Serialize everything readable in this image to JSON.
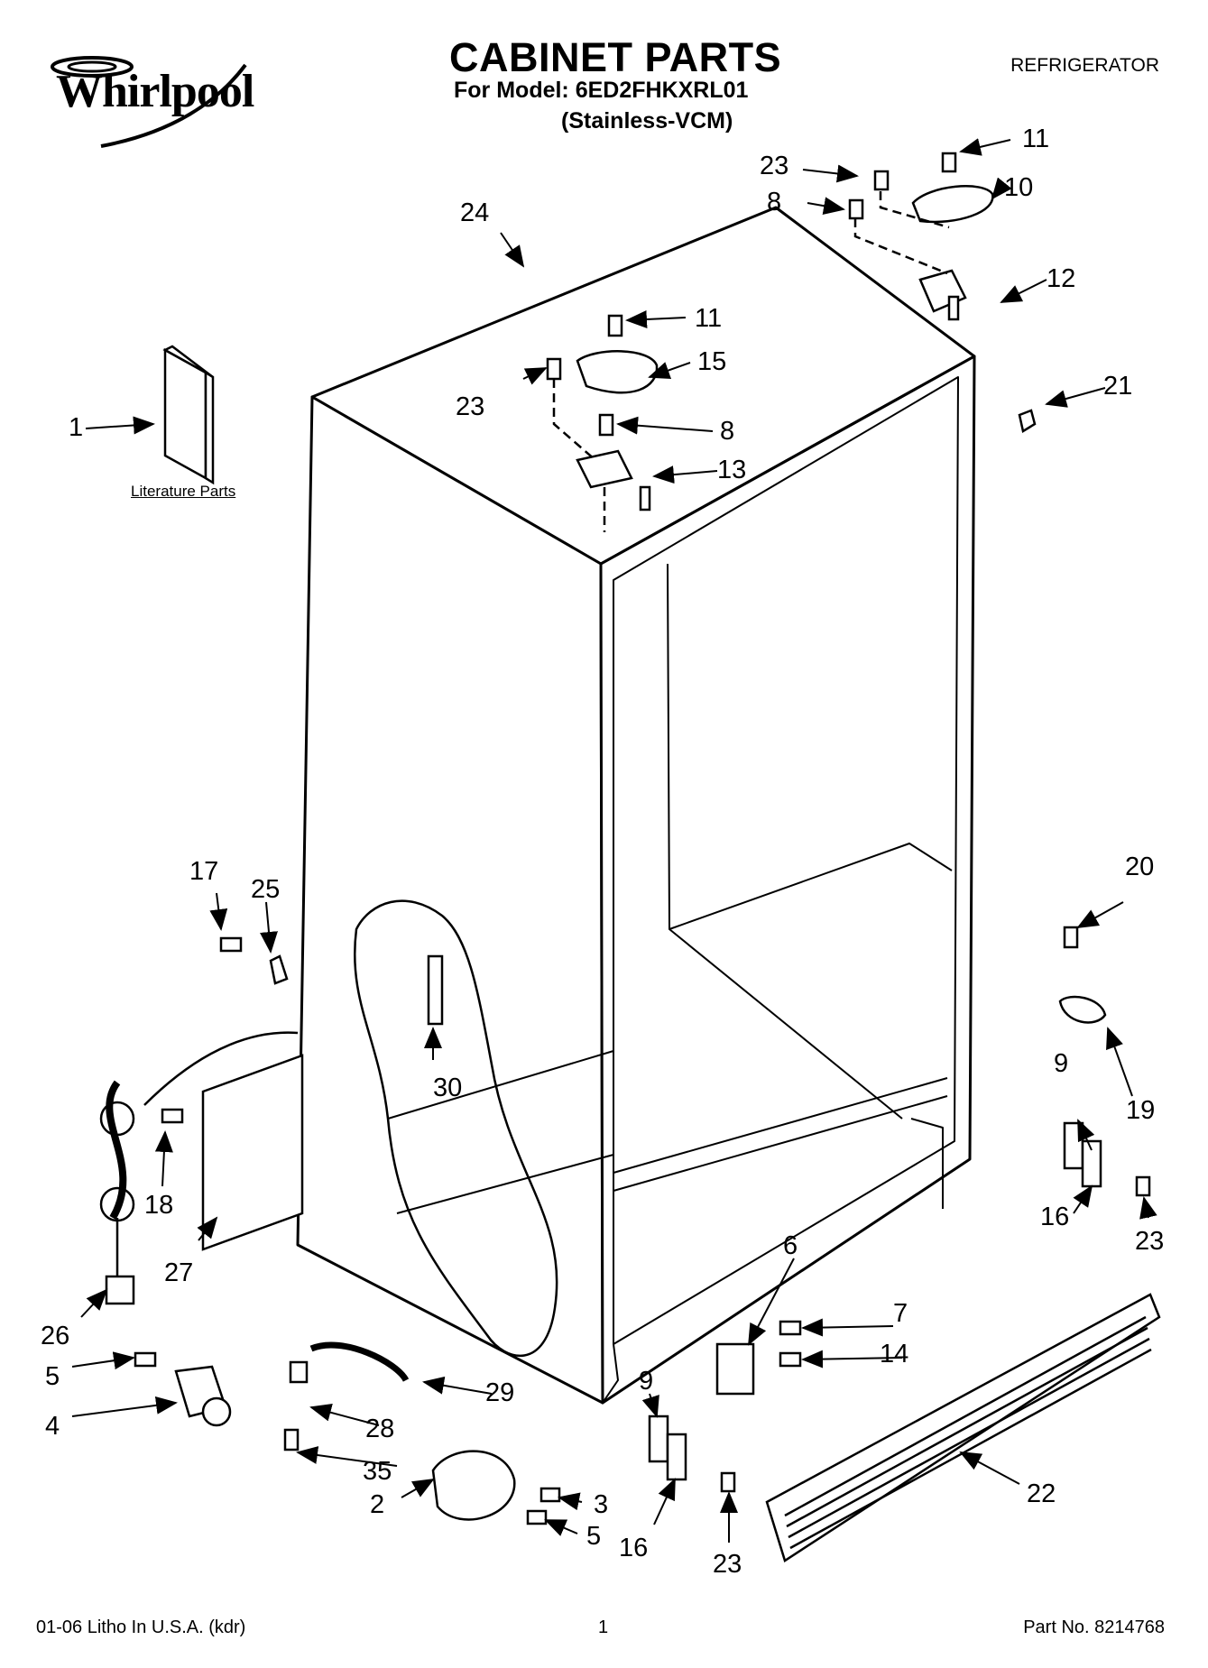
{
  "header": {
    "brand": "Whirlpool",
    "title": "CABINET PARTS",
    "model_line": "For Model: 6ED2FHKXRL01",
    "variant_line": "(Stainless-VCM)",
    "appliance": "REFRIGERATOR"
  },
  "literature_label": "Literature Parts",
  "callouts": [
    "1",
    "2",
    "3",
    "4",
    "5",
    "5",
    "6",
    "7",
    "8",
    "8",
    "9",
    "9",
    "10",
    "11",
    "11",
    "12",
    "13",
    "14",
    "15",
    "16",
    "16",
    "17",
    "18",
    "19",
    "20",
    "21",
    "22",
    "23",
    "23",
    "23",
    "23",
    "24",
    "25",
    "26",
    "27",
    "28",
    "29",
    "30",
    "35"
  ],
  "footer": {
    "litho": "01-06 Litho In U.S.A. (kdr)",
    "page": "1",
    "part_no": "Part No. 8214768"
  }
}
